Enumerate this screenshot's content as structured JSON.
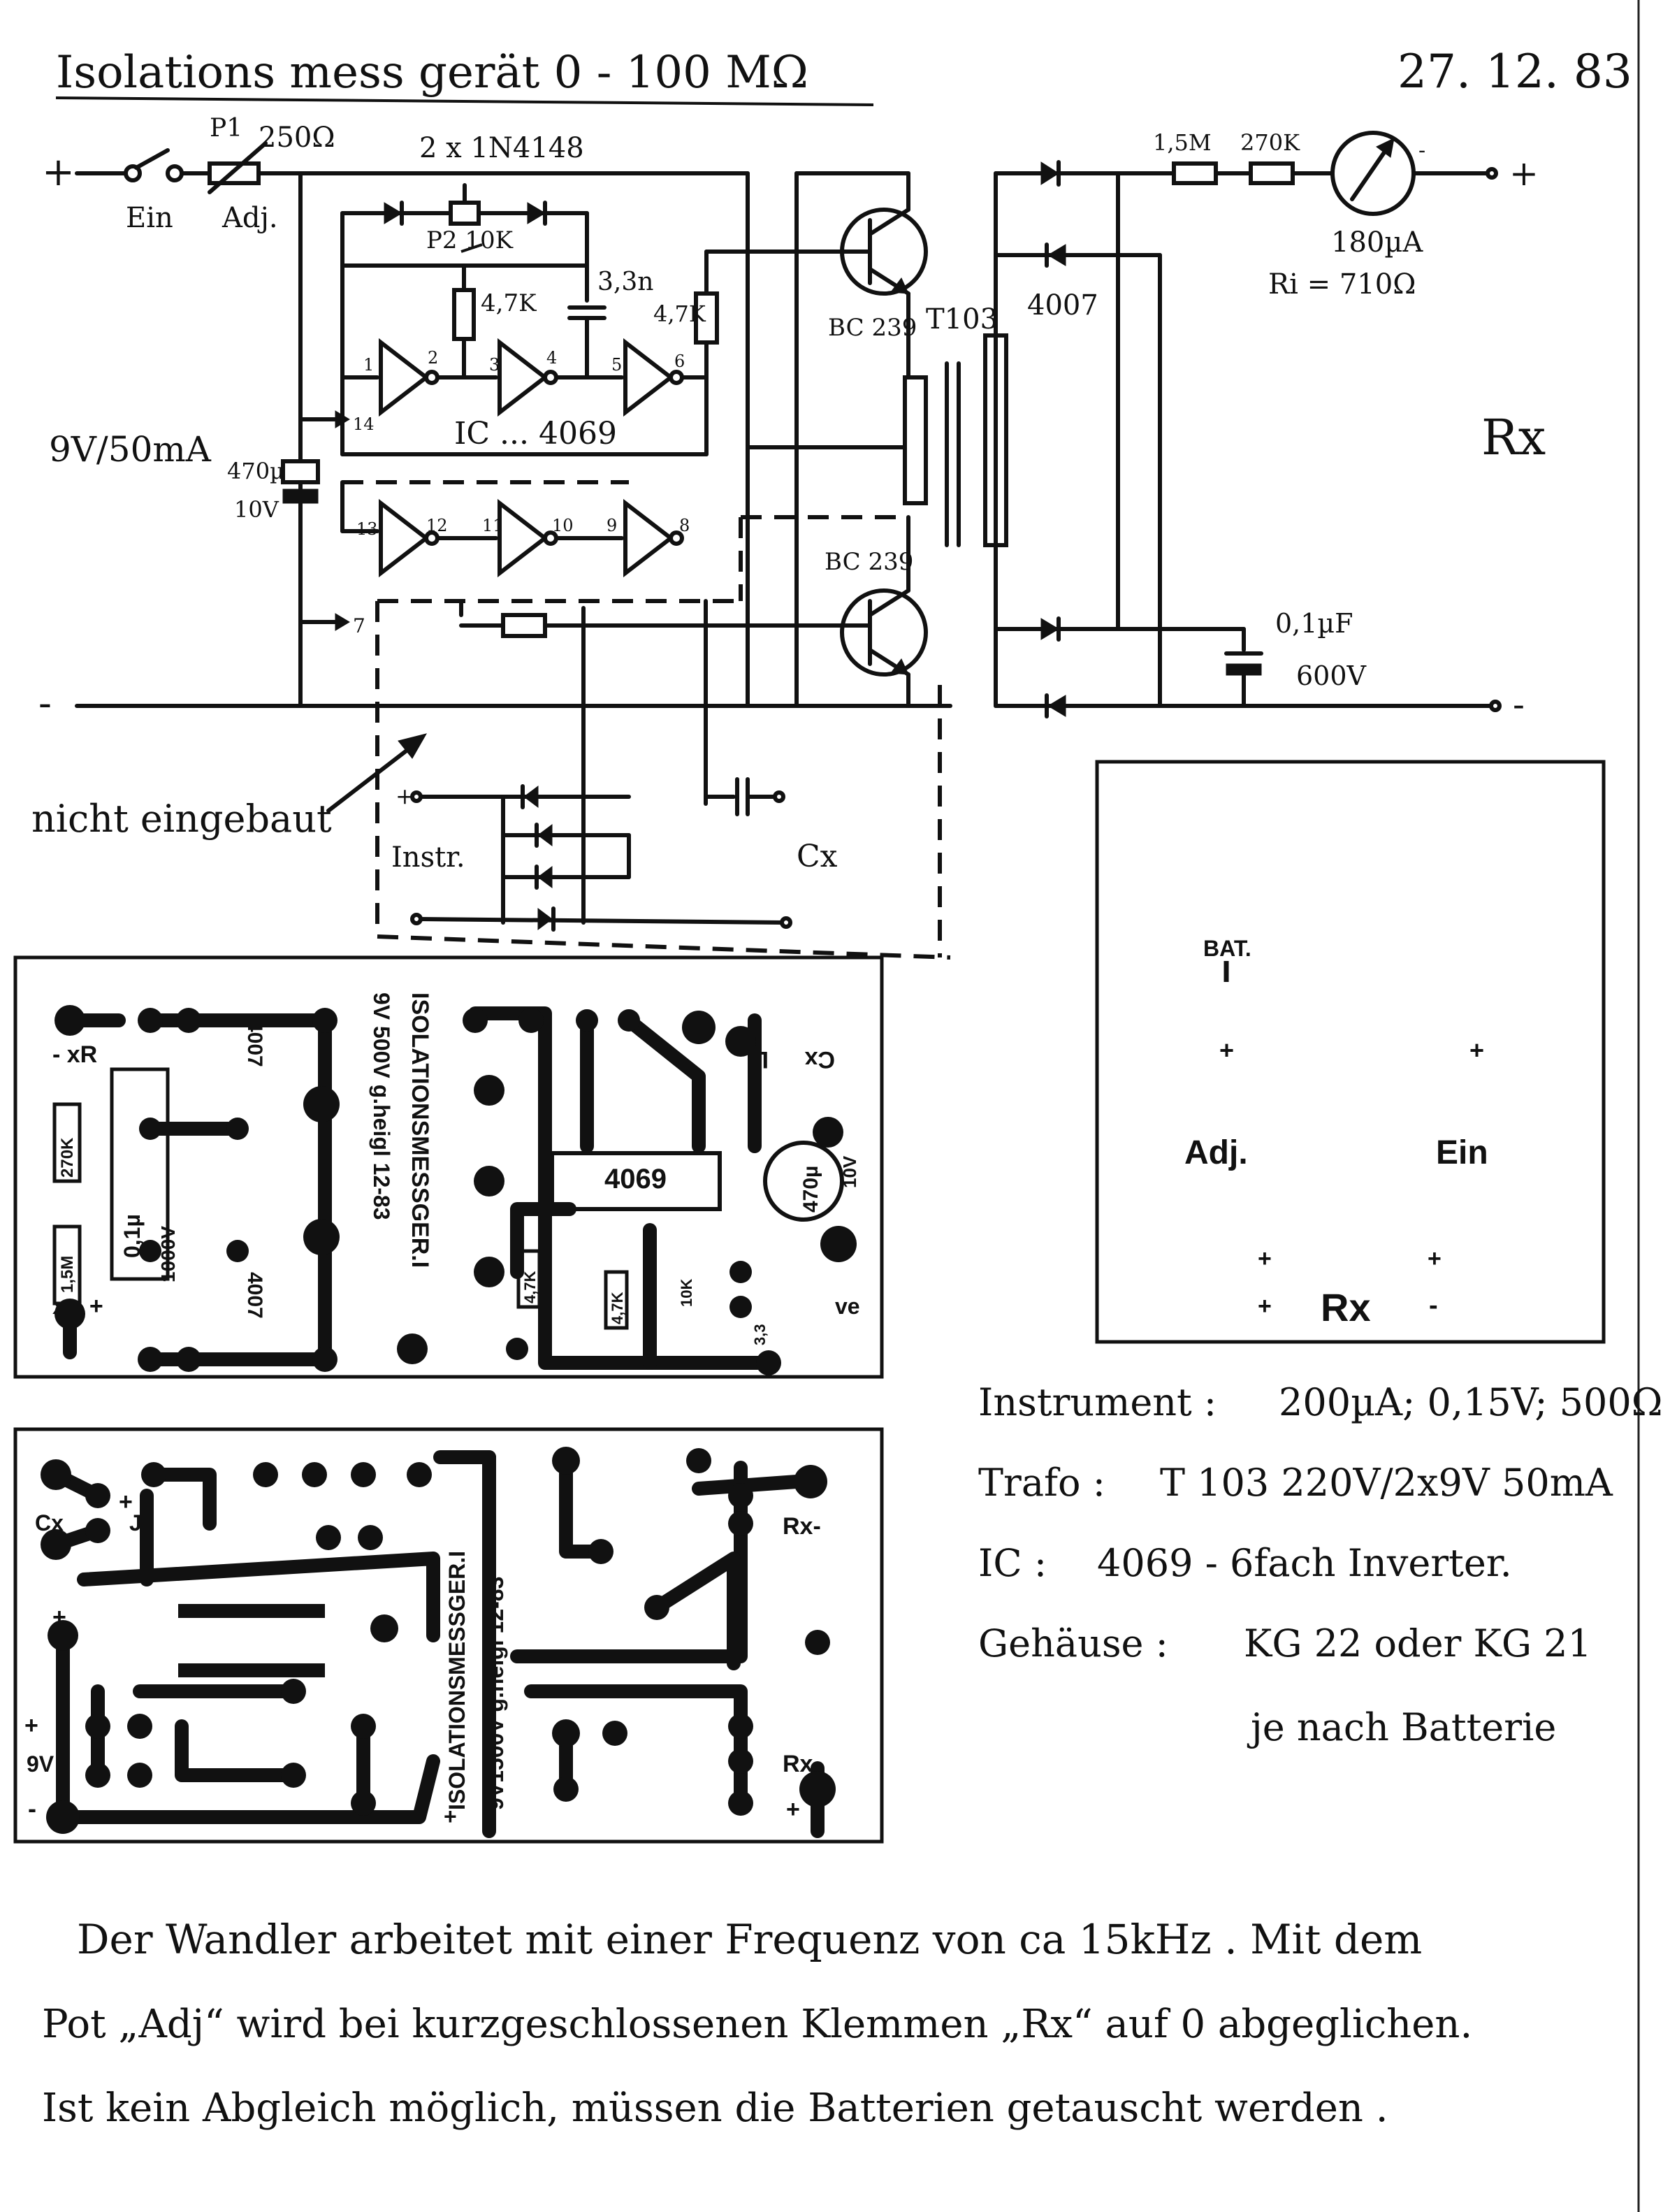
{
  "title": "Isolations mess gerät   0 - 100 MΩ",
  "date": "27. 12. 83",
  "schematic": {
    "terminal_plus_in": "+",
    "switch_label": "Ein",
    "p1_label": "P1",
    "p1_value": "250Ω",
    "adj_label": "Adj.",
    "diodes_label": "2 x 1N4148",
    "p2_label": "P2 10K",
    "r1_value": "4,7K",
    "c1_value": "3,3n",
    "r2_value": "4,7K",
    "ic_label": "IC ... 4069",
    "pin_labels": [
      "1",
      "2",
      "3",
      "4",
      "5",
      "6",
      "14",
      "13",
      "12",
      "11",
      "10",
      "9",
      "8",
      "7"
    ],
    "supply_label": "9V/50mA",
    "cap_value_1": "470µ",
    "cap_value_2": "10V",
    "transistor_top": "BC 239",
    "transformer": "T103",
    "transistor_bottom": "BC 239",
    "rect_diode": "4007",
    "r_series_1": "1,5M",
    "r_series_2": "270K",
    "meter_current": "180µA",
    "meter_ri": "Ri = 710Ω",
    "rx_label": "Rx",
    "cap_out_1": "0,1µF",
    "cap_out_2": "600V",
    "out_plus": "+",
    "minus_left": "-",
    "minus_right": "-",
    "not_installed": "nicht eingebaut",
    "instr_label": "Instr.",
    "cx_label": "Cx",
    "plus_small": "+"
  },
  "panel": {
    "bat": "BAT.",
    "adj": "Adj.",
    "ein": "Ein",
    "rx": "Rx",
    "plus": "+",
    "minus": "-"
  },
  "pcb_top": {
    "rx_minus": "- xR",
    "rx_plus": "xR +",
    "r_270k": "270K",
    "r_15m": "1,5M",
    "cap": "0,1µ",
    "cap_v": "1000V",
    "diode_1": "4007",
    "diode_2": "4007",
    "board_text": "ISOLATIONSMESSGER.I",
    "board_text_2": "9V 500V g.heigl 12-83",
    "ic": "4069",
    "cap_470": "470µ",
    "cap_10v": "10V",
    "r_47k_1": "4,7K",
    "r_47k_2": "4,7K",
    "cx": "Cx",
    "l": "L",
    "ve": "ve",
    "c33": "3,3",
    "p10k": "10K"
  },
  "pcb_bottom": {
    "cx": "Cx",
    "j": "J",
    "plus": "+",
    "nine_v": "9V",
    "minus": "-",
    "rx_minus": "Rx-",
    "rx_plus": "Rx",
    "board_text": "ISOLATIONSMESSGER.I",
    "board_text_2": "9V1500V g.heigl 12-83"
  },
  "specs": [
    {
      "key": "Instrument :",
      "value": "200µA; 0,15V; 500Ω"
    },
    {
      "key": "Trafo :",
      "value": "T 103    220V/2x9V 50mA"
    },
    {
      "key": "IC :",
      "value": "4069 - 6fach Inverter."
    },
    {
      "key": "Gehäuse :",
      "value": "KG 22 oder KG 21"
    },
    {
      "key": "",
      "value": "je nach Batterie"
    }
  ],
  "notes": [
    "Der Wandler arbeitet mit einer Frequenz von ca 15kHz . Mit dem",
    "Pot „Adj“ wird bei kurzgeschlossenen Klemmen „Rx“ auf 0 abgeglichen.",
    "Ist kein Abgleich möglich, müssen die Batterien getauscht werden ."
  ]
}
